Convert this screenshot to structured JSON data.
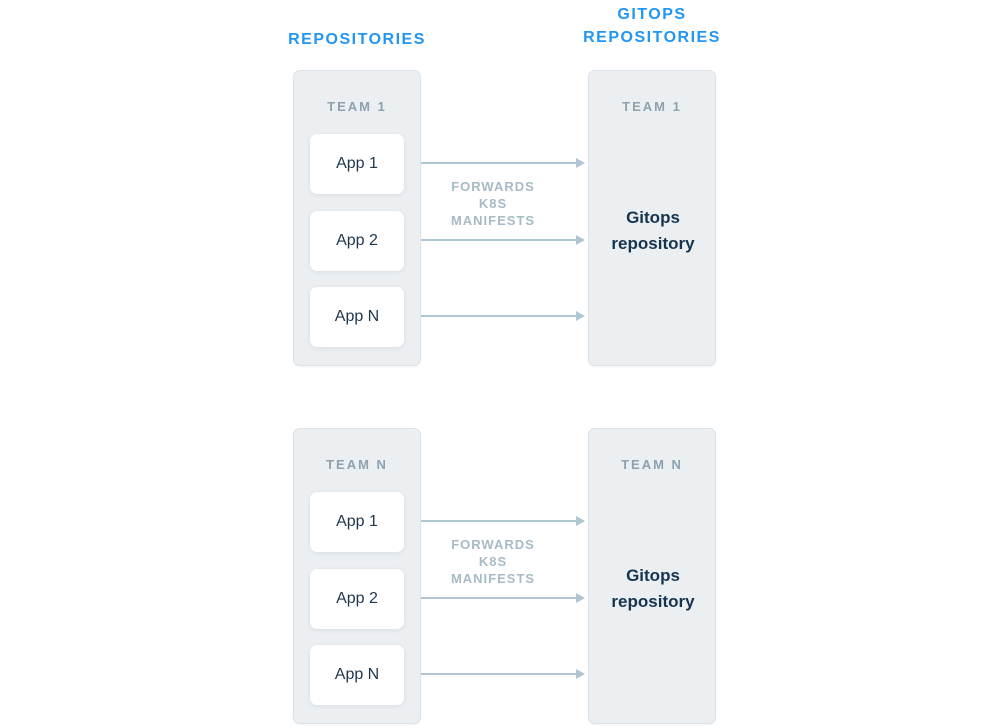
{
  "headers": {
    "left": "REPOSITORIES",
    "right": "GITOPS REPOSITORIES"
  },
  "groups": [
    {
      "team_label": "TEAM 1",
      "apps": [
        "App 1",
        "App 2",
        "App N"
      ],
      "arrow_label_lines": [
        "FORWARDS",
        "K8S",
        "MANIFESTS"
      ],
      "gitops_team_label": "TEAM 1",
      "gitops_repo_label": "Gitops repository"
    },
    {
      "team_label": "TEAM N",
      "apps": [
        "App 1",
        "App 2",
        "App N"
      ],
      "arrow_label_lines": [
        "FORWARDS",
        "K8S",
        "MANIFESTS"
      ],
      "gitops_team_label": "TEAM N",
      "gitops_repo_label": "Gitops repository"
    }
  ],
  "colors": {
    "header_blue": "#2196F3",
    "card_background": "#EBEFF2",
    "card_border": "#DCE2E7",
    "team_label": "#8CA2AE",
    "app_text": "#20384D",
    "gitops_text": "#17344F",
    "arrow": "#AFC7D3",
    "arrow_label": "#A6BBC6"
  }
}
